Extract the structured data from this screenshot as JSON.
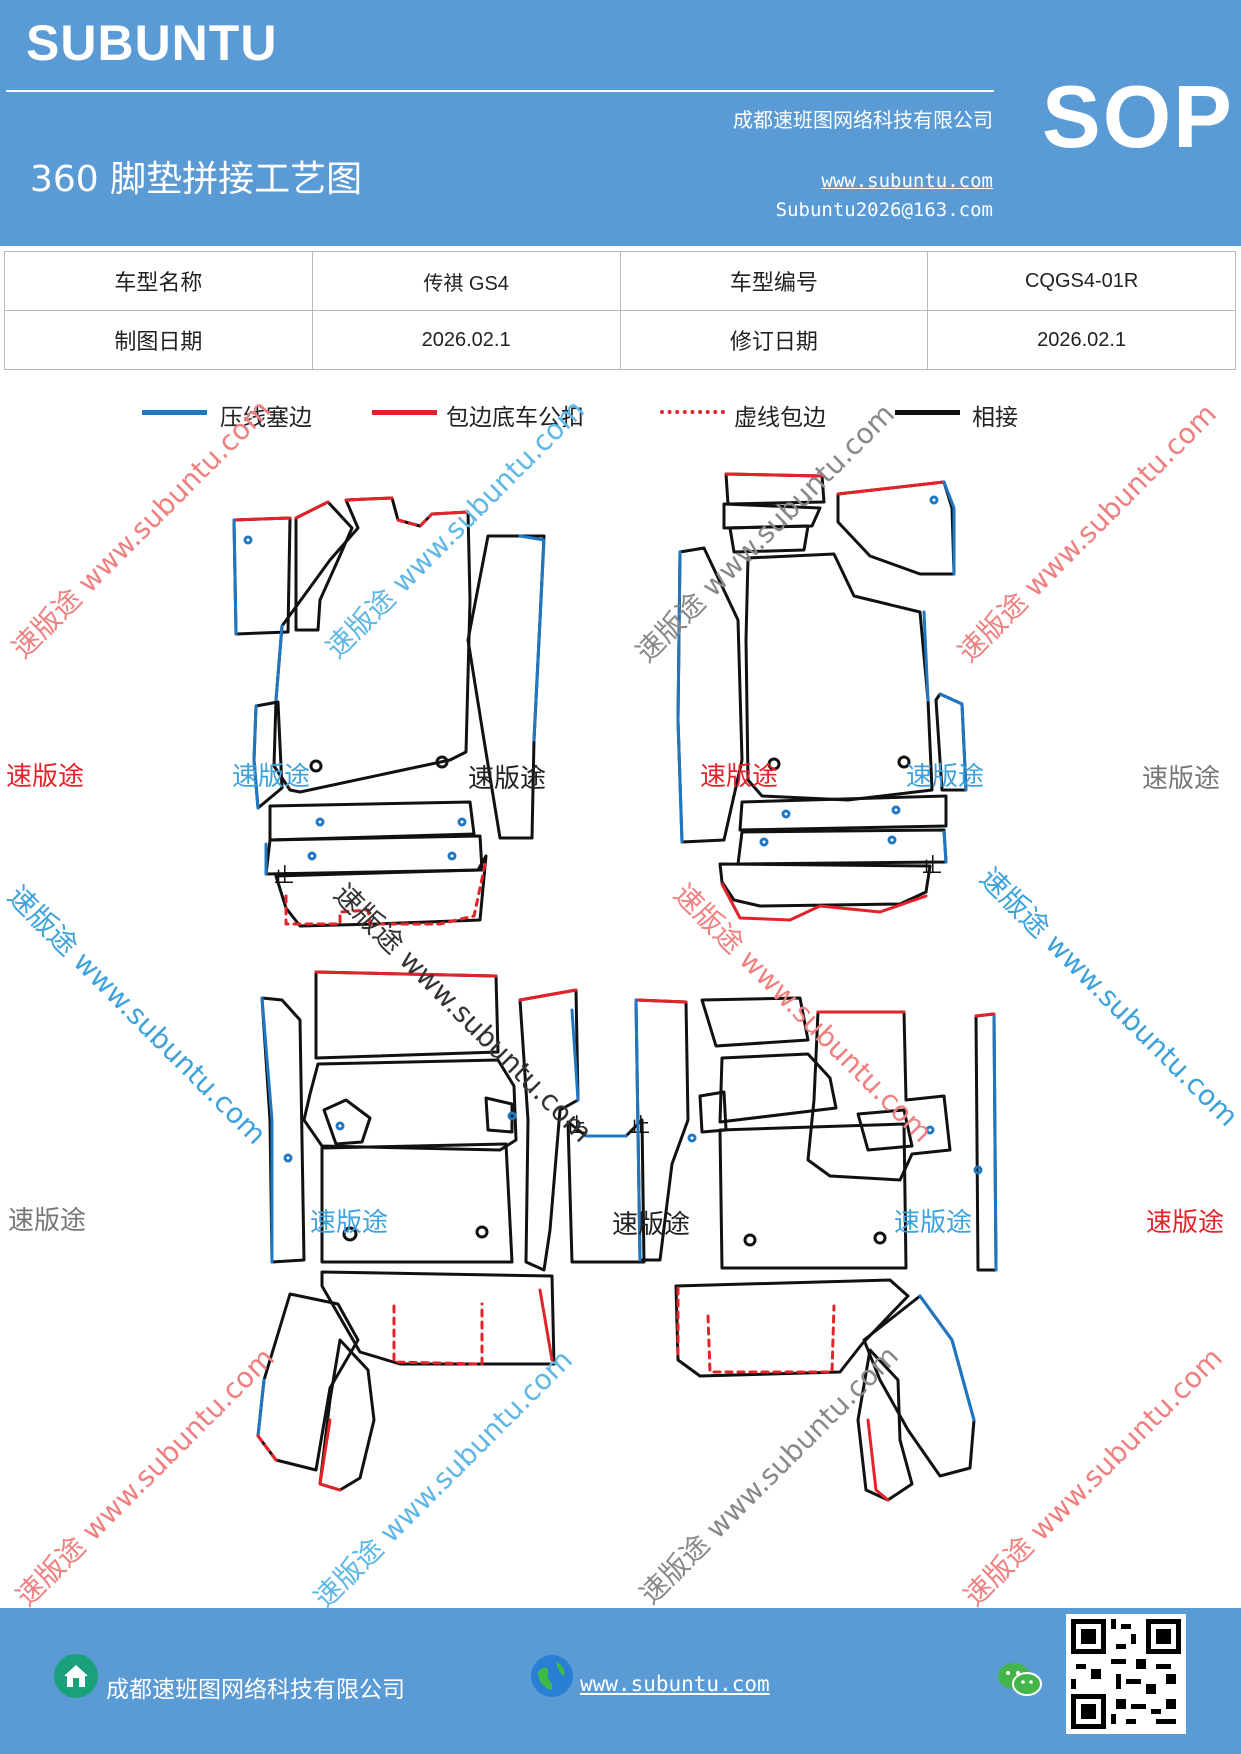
{
  "header": {
    "brand": "SUBUNTU",
    "company": "成都速班图网络科技有限公司",
    "title": "360 脚垫拼接工艺图",
    "website": "www.subuntu.com",
    "email": "Subuntu2026@163.com",
    "badge": "SOP",
    "bg_color": "#5b9bd5"
  },
  "info_table": {
    "rows": [
      [
        {
          "label": "车型名称",
          "value": "传祺 GS4"
        },
        {
          "label": "车型编号",
          "value": "CQGS4-01R"
        }
      ],
      [
        {
          "label": "制图日期",
          "value": "2026.02.1"
        },
        {
          "label": "修订日期",
          "value": "2026.02.1"
        }
      ]
    ]
  },
  "legend": [
    {
      "label": "压线塞边",
      "color": "#1f77c4",
      "style": "solid"
    },
    {
      "label": "包边底车公扣",
      "color": "#e3232a",
      "style": "solid"
    },
    {
      "label": "虚线包边",
      "color": "#e3232a",
      "style": "dotted"
    },
    {
      "label": "相接",
      "color": "#111111",
      "style": "solid"
    }
  ],
  "diagram_labels": {
    "stop": "止"
  },
  "watermarks": {
    "text": "速版途",
    "url": "www.subuntu.com",
    "diag_text": "速版途 www.subuntu.com",
    "diag_text_rev": "速版途 www.subuntu.com"
  },
  "footer": {
    "company": "成都速班图网络科技有限公司",
    "website": "www.subuntu.com",
    "icons": [
      "home-icon",
      "globe-icon",
      "wechat-icon",
      "qr-code"
    ]
  }
}
